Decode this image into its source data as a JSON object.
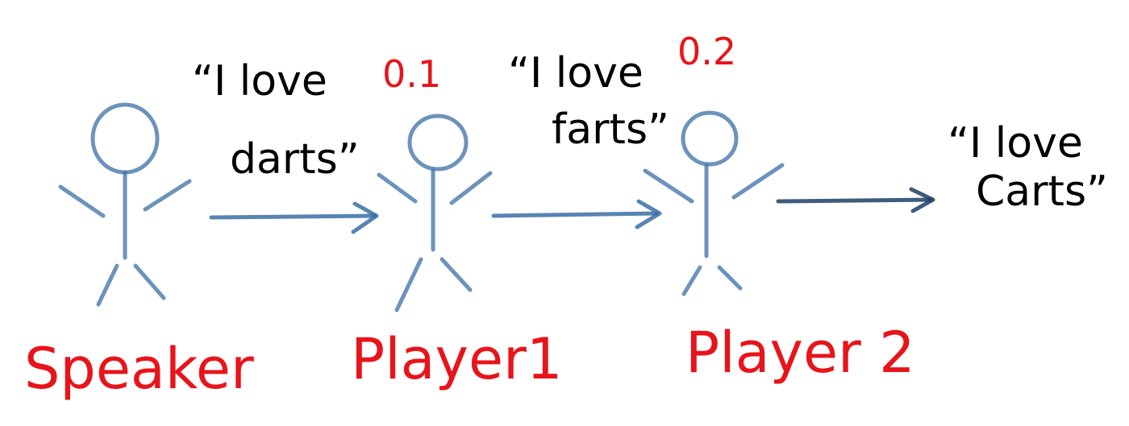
{
  "diagram": {
    "nodes": [
      {
        "id": "speaker",
        "label": "Speaker",
        "message": "“I love darts”",
        "probability": ""
      },
      {
        "id": "player1",
        "label": "Player1",
        "message": "“I love farts”",
        "probability": "0.1"
      },
      {
        "id": "player2",
        "label": "Player 2",
        "message": "“I love Carts”",
        "probability": "0.2"
      }
    ],
    "text": {
      "speaker_msg_line1": "“I love",
      "speaker_msg_line2": "darts”",
      "player1_prob": "0.1",
      "player1_msg_line1": "“I love",
      "player1_msg_line2": "farts”",
      "player2_prob": "0.2",
      "player2_msg_line1": "“I love",
      "player2_msg_line2": "Carts”",
      "speaker_label": "Speaker",
      "player1_label": "Player1",
      "player2_label": "Player 2"
    },
    "edges": [
      {
        "from": "speaker",
        "to": "player1"
      },
      {
        "from": "player1",
        "to": "player2"
      },
      {
        "from": "player2",
        "to": "output"
      }
    ],
    "colors": {
      "figure": "#3b6fa6",
      "label": "#e8141b",
      "quote": "#000000",
      "background": "#ffffff"
    }
  }
}
